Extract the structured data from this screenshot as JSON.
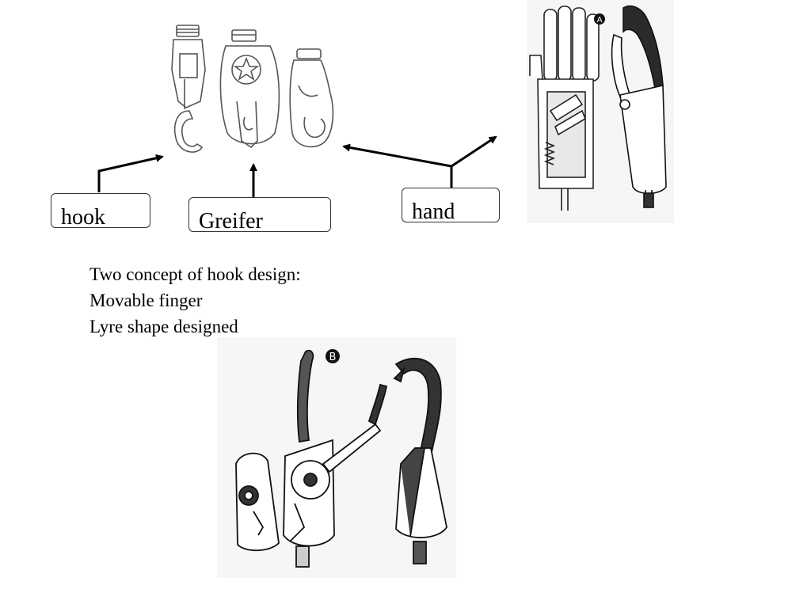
{
  "labels": {
    "hook": "hook",
    "greifer": "Greifer",
    "hand": "hand"
  },
  "notes": {
    "line1": "Two concept of hook design:",
    "line2": "Movable finger",
    "line3": "Lyre shape designed"
  },
  "figure_marks": {
    "a": "A",
    "b": "B"
  },
  "colors": {
    "stroke": "#000000",
    "box_border": "#333333"
  }
}
